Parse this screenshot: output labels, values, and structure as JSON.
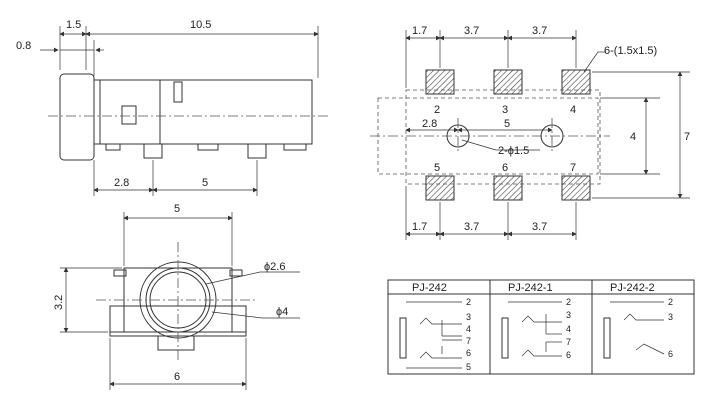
{
  "side_view": {
    "dims": {
      "d0_8": "0.8",
      "d1_5": "1.5",
      "d10_5": "10.5",
      "d2_8": "2.8",
      "d5": "5"
    }
  },
  "front_view": {
    "dims": {
      "d5": "5",
      "d6": "6",
      "d3_2": "3.2",
      "phi2_6": "ϕ2.6",
      "phi4": "ϕ4"
    }
  },
  "footprint": {
    "top_dims": [
      "1.7",
      "3.7",
      "3.7"
    ],
    "bottom_dims": [
      "1.7",
      "3.7",
      "3.7"
    ],
    "pad_note": "6-(1.5x1.5)",
    "hole_note": "2-ϕ1.5",
    "mid_dims": {
      "d2_8": "2.8",
      "d5": "5",
      "d4": "4",
      "d7": "7"
    },
    "top_pads": [
      "2",
      "3",
      "4"
    ],
    "bottom_pads": [
      "5",
      "6",
      "7"
    ]
  },
  "table": {
    "headers": [
      "PJ-242",
      "PJ-242-1",
      "PJ-242-2"
    ],
    "col1_pins": [
      "2",
      "3",
      "4",
      "7",
      "6",
      "5"
    ],
    "col2_pins": [
      "2",
      "3",
      "4",
      "7",
      "6"
    ],
    "col3_pins": [
      "2",
      "3",
      "6"
    ]
  }
}
